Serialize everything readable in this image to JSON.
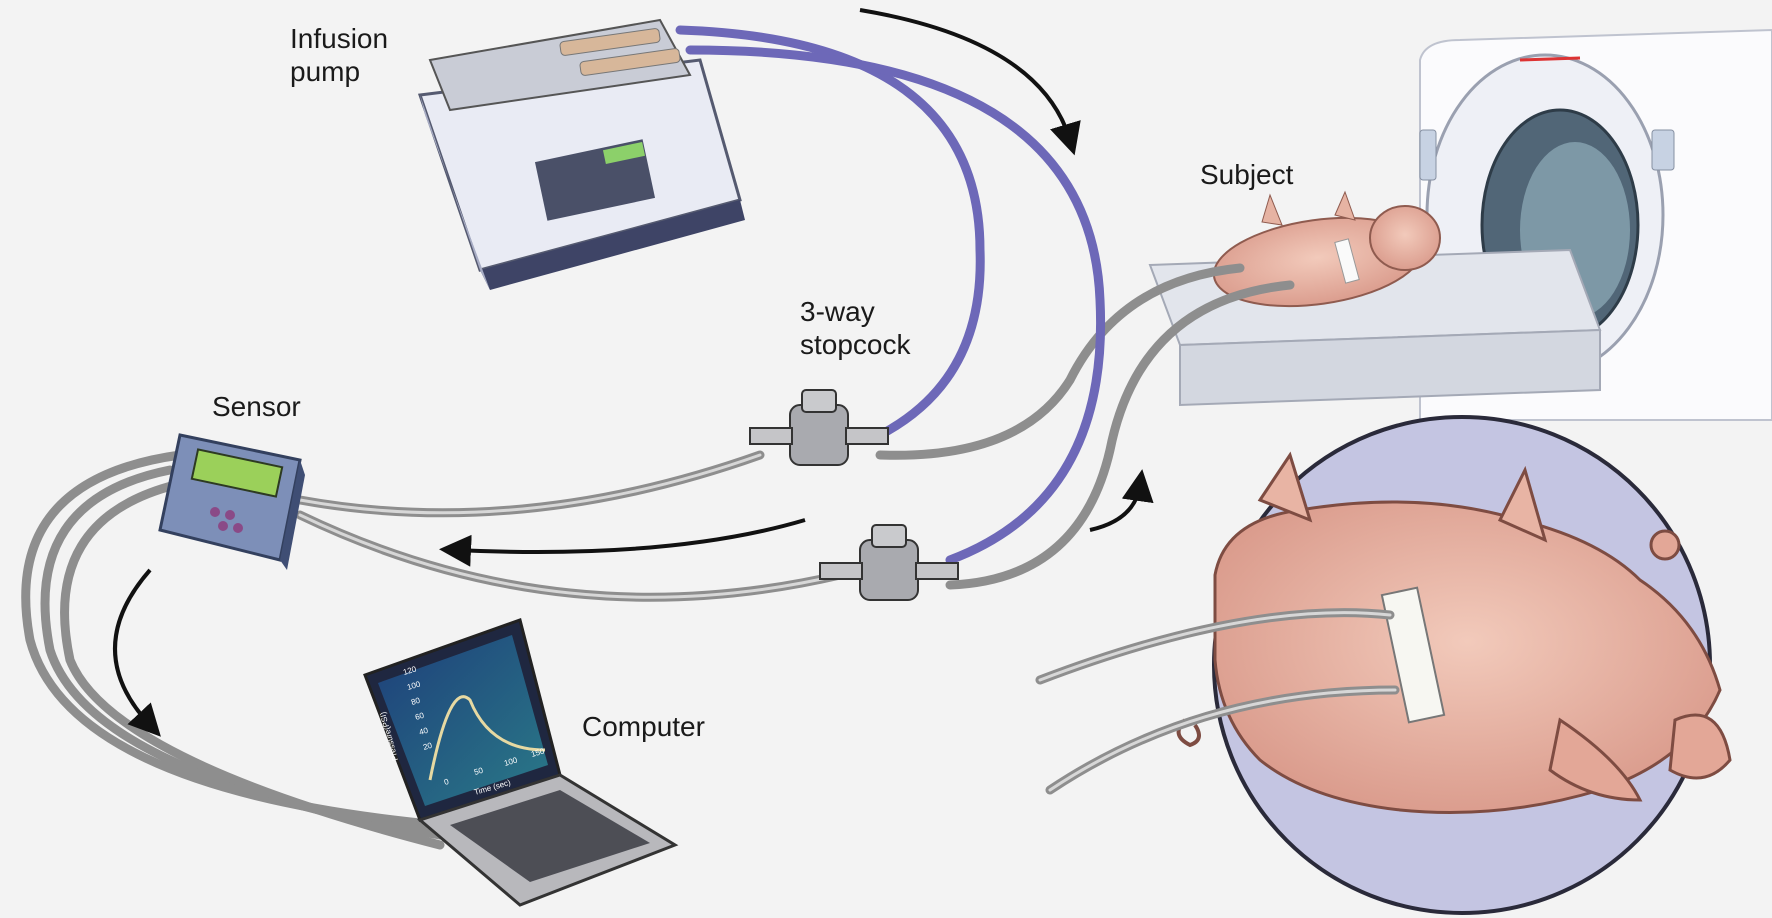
{
  "labels": {
    "infusion_pump": "Infusion\npump",
    "stopcock": "3-way\nstopcock",
    "sensor": "Sensor",
    "computer": "Computer",
    "subject": "Subject"
  },
  "laptop_plot": {
    "ylabel": "Pressure(PSI)",
    "xlabel": "Time (sec)",
    "y_ticks": [
      "120",
      "100",
      "80",
      "60",
      "40",
      "20"
    ],
    "x_ticks": [
      "0",
      "50",
      "100",
      "150"
    ]
  },
  "colors": {
    "infusion_tube": "#6d68b8",
    "pressure_tube": "#9c9c9c",
    "background": "#f3f3f3",
    "subject_skin": "#e8b4a4",
    "inset_circle": "#c4c5e2",
    "sensor_screen": "#9bd05a",
    "laptop_screen": "#1e4a7a",
    "curve": "#e6d9a2"
  },
  "icons": [
    "infusion-pump-icon",
    "stopcock-icon",
    "sensor-icon",
    "laptop-icon",
    "ct-scanner-icon",
    "pig-icon",
    "flow-arrow-icon"
  ]
}
